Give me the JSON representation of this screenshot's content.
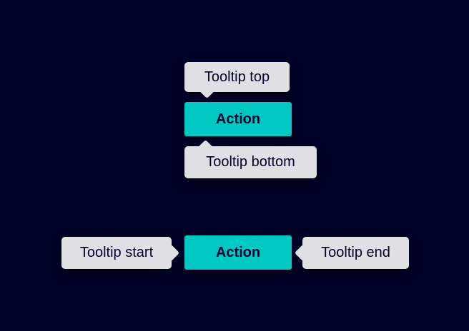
{
  "colors": {
    "background": "#000028",
    "tooltip_background": "#e0e0e4",
    "action_background": "#00c9c4",
    "text_dark": "#000028"
  },
  "vertical_demo": {
    "tooltip_top": {
      "label": "Tooltip top"
    },
    "action_button": {
      "label": "Action"
    },
    "tooltip_bottom": {
      "label": "Tooltip bottom"
    }
  },
  "horizontal_demo": {
    "tooltip_start": {
      "label": "Tooltip start"
    },
    "action_button": {
      "label": "Action"
    },
    "tooltip_end": {
      "label": "Tooltip end"
    }
  }
}
